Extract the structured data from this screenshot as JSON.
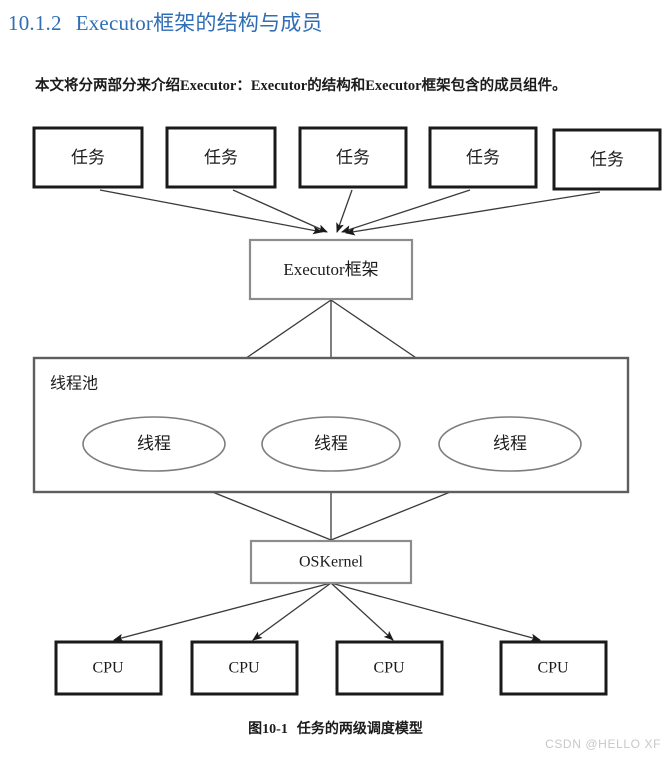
{
  "heading": {
    "number": "10.1.2",
    "text": "Executor框架的结构与成员"
  },
  "paragraph": {
    "text": "本文将分两部分来介绍Executor：Executor的结构和Executor框架包含的成员组件。"
  },
  "figure": {
    "caption_number": "图10-1",
    "caption_text": "任务的两级调度模型",
    "tasks": [
      {
        "label": "任务"
      },
      {
        "label": "任务"
      },
      {
        "label": "任务"
      },
      {
        "label": "任务"
      },
      {
        "label": "任务"
      }
    ],
    "executor": {
      "label": "Executor框架"
    },
    "pool": {
      "label": "线程池"
    },
    "threads": [
      {
        "label": "线程"
      },
      {
        "label": "线程"
      },
      {
        "label": "线程"
      }
    ],
    "kernel": {
      "label": "OSKernel"
    },
    "cpus": [
      {
        "label": "CPU"
      },
      {
        "label": "CPU"
      },
      {
        "label": "CPU"
      },
      {
        "label": "CPU"
      }
    ]
  },
  "watermark": {
    "text": "CSDN @HELLO XF"
  },
  "colors": {
    "heading": "#2f6eb5",
    "text": "#1b1b1b",
    "box_border_black": "#1a1a1a",
    "box_border_gray": "#8c8c8c",
    "pool_border": "#5e5e5e",
    "ellipse_border": "#7d7d7d",
    "connector": "#3a3a3a",
    "watermark": "#c8c8c8",
    "background": "#ffffff"
  }
}
